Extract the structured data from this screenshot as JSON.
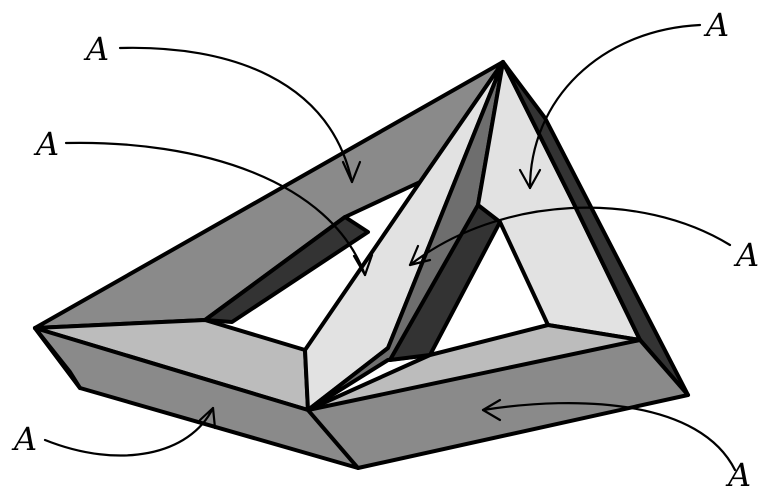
{
  "colors": {
    "light": "#e2e2e2",
    "mid": "#bcbcbc",
    "dark": "#8a8a8a",
    "darker": "#6e6e6e",
    "darkest": "#333333",
    "outline": "#000000"
  },
  "labels": {
    "a1": "A",
    "a2": "A",
    "a3": "A",
    "a4": "A",
    "a5": "A",
    "a6": "A"
  }
}
